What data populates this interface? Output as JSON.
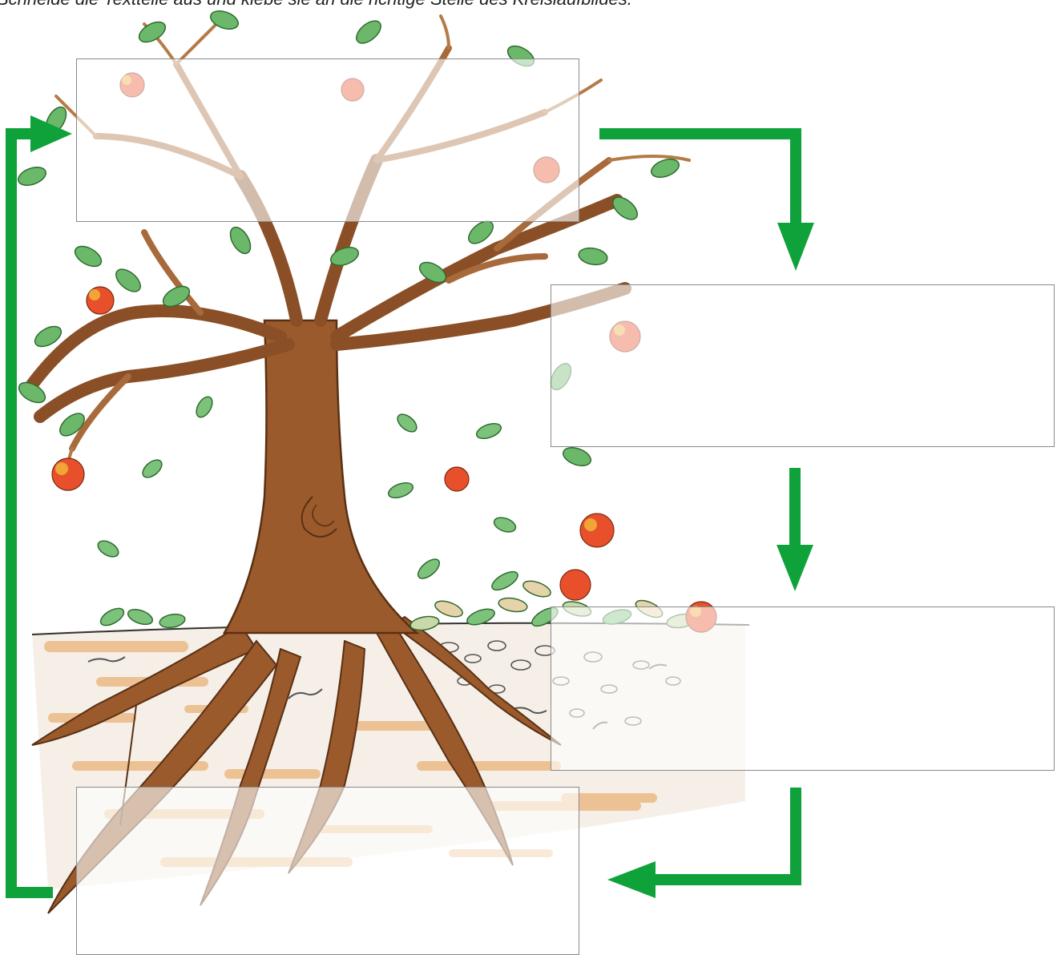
{
  "instruction": "Schneide die Textteile aus und klebe sie an die richtige Stelle des Kreislaufbildes.",
  "boxes": {
    "top": "",
    "right_upper": "",
    "right_lower": "",
    "bottom": ""
  },
  "colors": {
    "arrow": "#0fa23a",
    "trunk": "#9a5a2c",
    "trunk_dark": "#7a4320",
    "leaf": "#6cb86a",
    "leaf_dark": "#3d8a3f",
    "apple": "#e8502c",
    "apple_highlight": "#f3c23a",
    "soil": "#e8b070",
    "box_border": "#8a8a8a"
  },
  "icons": [
    "apple-tree",
    "apple",
    "leaf",
    "earthworm",
    "arrow"
  ]
}
